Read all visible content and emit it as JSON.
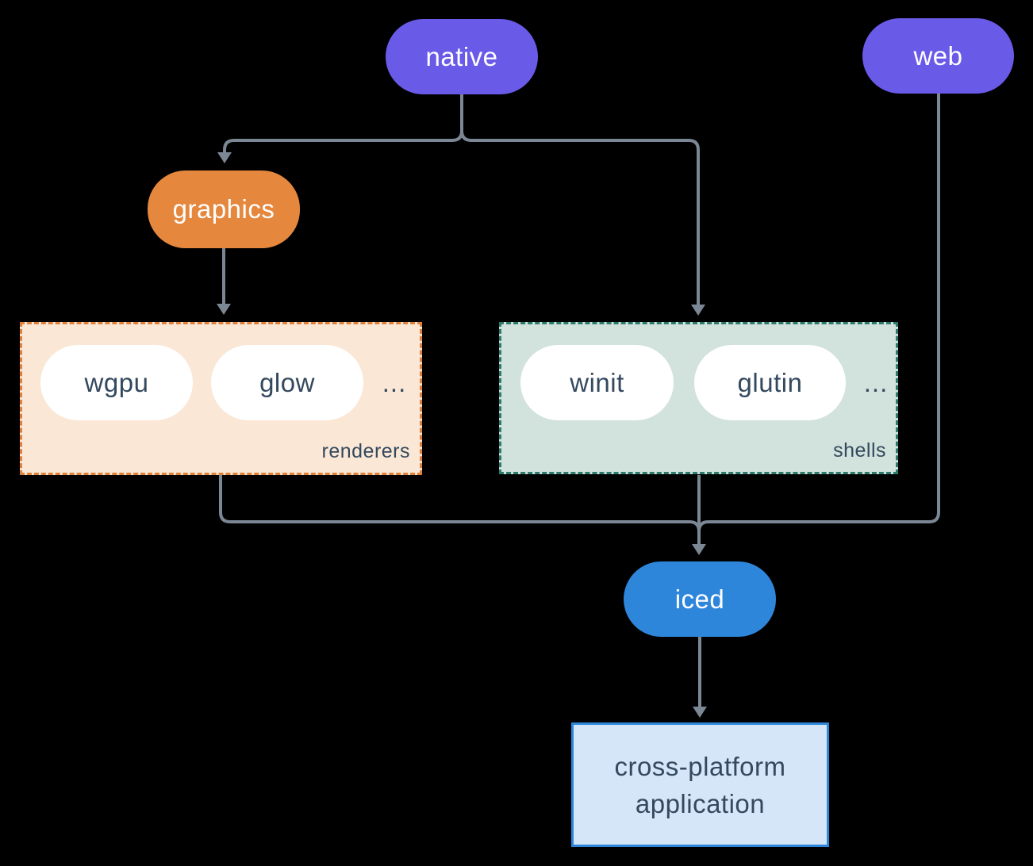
{
  "diagram": {
    "nodes": {
      "native": {
        "label": "native"
      },
      "web": {
        "label": "web"
      },
      "graphics": {
        "label": "graphics"
      },
      "iced": {
        "label": "iced"
      },
      "application": {
        "line1": "cross-platform",
        "line2": "application"
      }
    },
    "groups": {
      "renderers": {
        "label": "renderers",
        "items": [
          {
            "label": "wgpu"
          },
          {
            "label": "glow"
          }
        ],
        "ellipsis": "..."
      },
      "shells": {
        "label": "shells",
        "items": [
          {
            "label": "winit"
          },
          {
            "label": "glutin"
          }
        ],
        "ellipsis": "..."
      }
    },
    "edges": [
      "native -> graphics",
      "native -> shells",
      "graphics -> renderers",
      "renderers -> iced",
      "shells -> iced",
      "web -> iced",
      "iced -> application"
    ],
    "colors": {
      "bg": "#000000",
      "node-purple": "#6A5AE8",
      "node-orange": "#E5873D",
      "node-blue": "#2E86DB",
      "node-white": "#FFFFFF",
      "node-text-light": "#FFFFFF",
      "node-text-dark": "#34495E",
      "renderers-fill": "#FAE7D6",
      "renderers-border": "#E0813B",
      "shells-fill": "#D2E2DC",
      "shells-border": "#2C7A6B",
      "app-fill": "#D4E6F8",
      "app-border": "#2E86DB",
      "edge": "#7B8794"
    }
  }
}
